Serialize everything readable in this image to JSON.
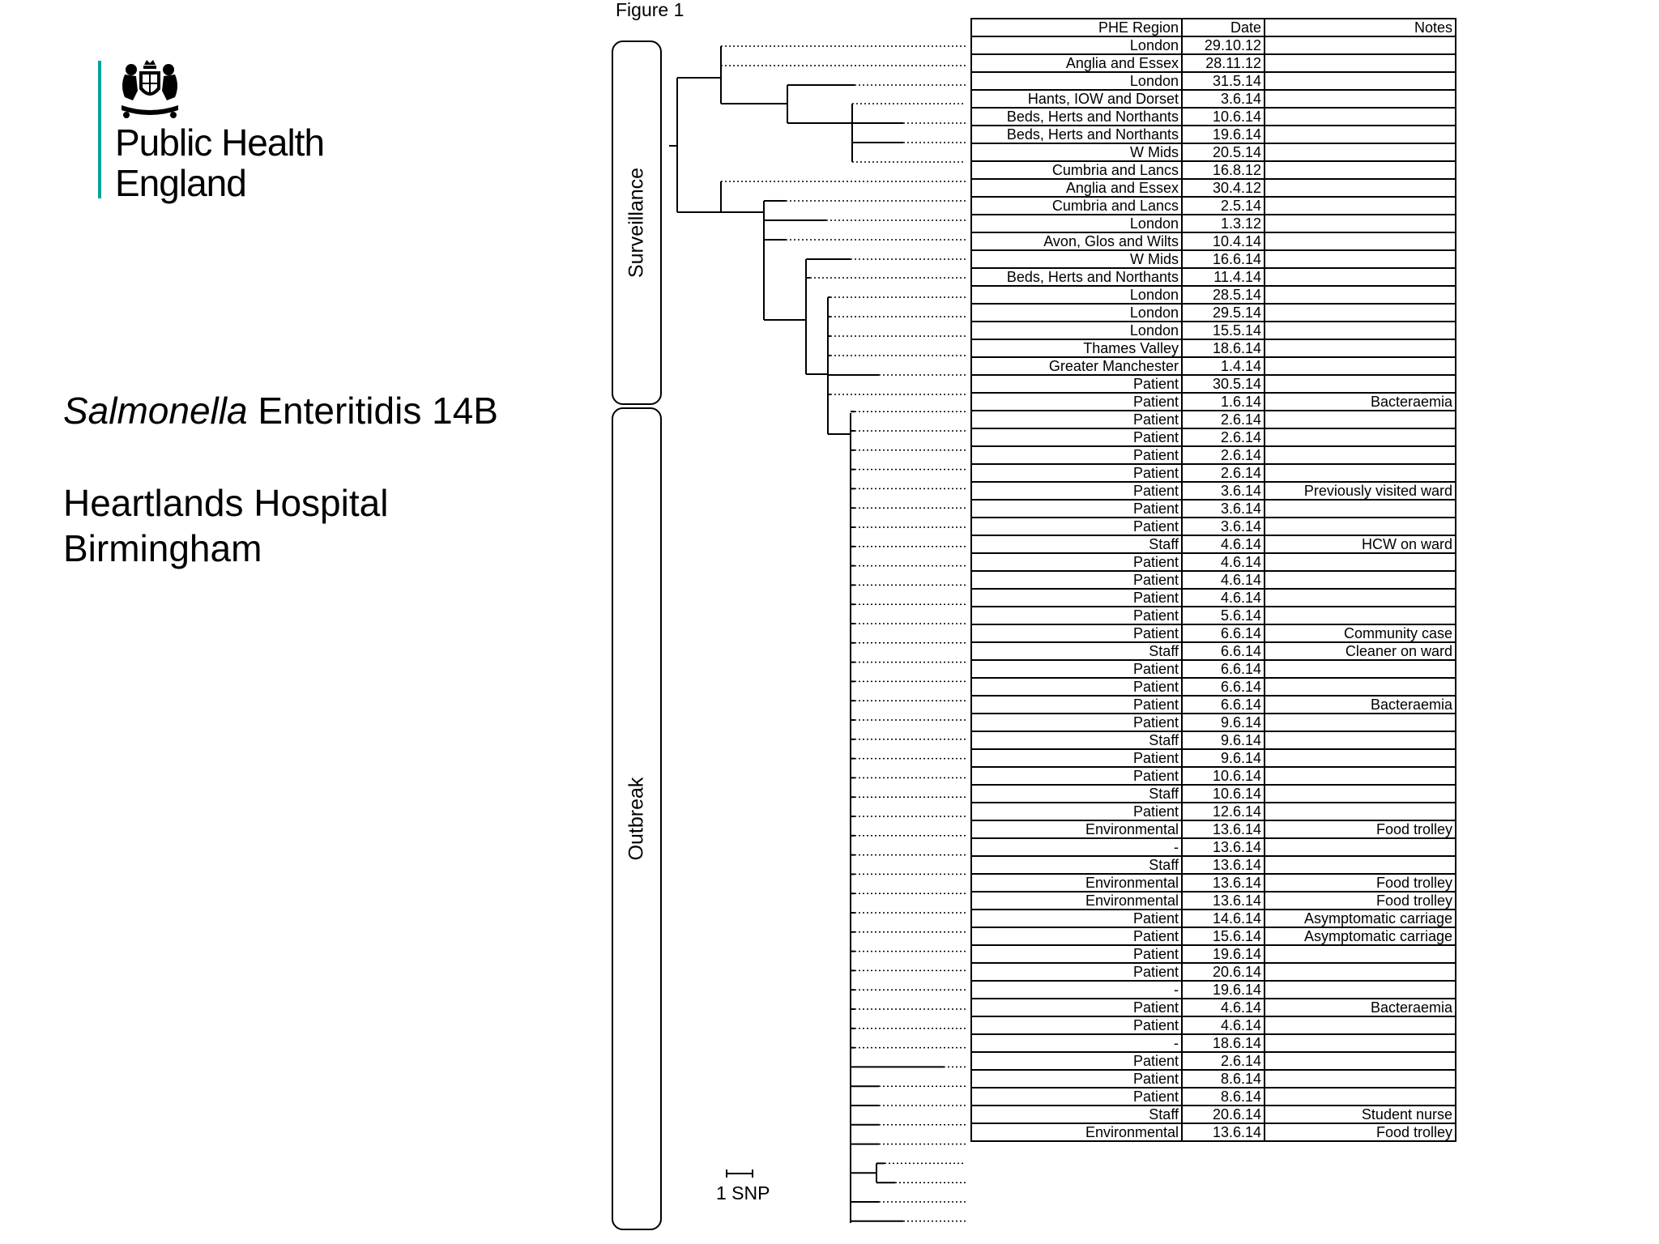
{
  "logo": {
    "line1": "Public Health",
    "line2": "England",
    "accent_color": "#00a499",
    "crest_icon": "royal-coat-of-arms-icon"
  },
  "title": {
    "organism_italic": "Salmonella",
    "organism_rest": " Enteritidis 14B",
    "hospital": "Heartlands Hospital",
    "city": "Birmingham"
  },
  "figure_label": "Figure 1",
  "groups": {
    "surveillance": "Surveillance",
    "outbreak": "Outbreak"
  },
  "scale_label": "1 SNP",
  "table": {
    "headers": [
      "PHE Region",
      "Date",
      "Notes"
    ],
    "rows": [
      {
        "region": "London",
        "date": "29.10.12",
        "notes": ""
      },
      {
        "region": "Anglia and Essex",
        "date": "28.11.12",
        "notes": ""
      },
      {
        "region": "London",
        "date": "31.5.14",
        "notes": ""
      },
      {
        "region": "Hants, IOW and Dorset",
        "date": "3.6.14",
        "notes": ""
      },
      {
        "region": "Beds, Herts and Northants",
        "date": "10.6.14",
        "notes": ""
      },
      {
        "region": "Beds, Herts and Northants",
        "date": "19.6.14",
        "notes": ""
      },
      {
        "region": "W Mids",
        "date": "20.5.14",
        "notes": ""
      },
      {
        "region": "Cumbria and Lancs",
        "date": "16.8.12",
        "notes": ""
      },
      {
        "region": "Anglia and Essex",
        "date": "30.4.12",
        "notes": ""
      },
      {
        "region": "Cumbria and Lancs",
        "date": "2.5.14",
        "notes": ""
      },
      {
        "region": "London",
        "date": "1.3.12",
        "notes": ""
      },
      {
        "region": "Avon, Glos and Wilts",
        "date": "10.4.14",
        "notes": ""
      },
      {
        "region": "W Mids",
        "date": "16.6.14",
        "notes": ""
      },
      {
        "region": "Beds, Herts and Northants",
        "date": "11.4.14",
        "notes": ""
      },
      {
        "region": "London",
        "date": "28.5.14",
        "notes": ""
      },
      {
        "region": "London",
        "date": "29.5.14",
        "notes": ""
      },
      {
        "region": "London",
        "date": "15.5.14",
        "notes": ""
      },
      {
        "region": "Thames Valley",
        "date": "18.6.14",
        "notes": ""
      },
      {
        "region": "Greater Manchester",
        "date": "1.4.14",
        "notes": ""
      },
      {
        "region": "Patient",
        "date": "30.5.14",
        "notes": ""
      },
      {
        "region": "Patient",
        "date": "1.6.14",
        "notes": "Bacteraemia"
      },
      {
        "region": "Patient",
        "date": "2.6.14",
        "notes": ""
      },
      {
        "region": "Patient",
        "date": "2.6.14",
        "notes": ""
      },
      {
        "region": "Patient",
        "date": "2.6.14",
        "notes": ""
      },
      {
        "region": "Patient",
        "date": "2.6.14",
        "notes": ""
      },
      {
        "region": "Patient",
        "date": "3.6.14",
        "notes": "Previously visited ward"
      },
      {
        "region": "Patient",
        "date": "3.6.14",
        "notes": ""
      },
      {
        "region": "Patient",
        "date": "3.6.14",
        "notes": ""
      },
      {
        "region": "Staff",
        "date": "4.6.14",
        "notes": "HCW on ward"
      },
      {
        "region": "Patient",
        "date": "4.6.14",
        "notes": ""
      },
      {
        "region": "Patient",
        "date": "4.6.14",
        "notes": ""
      },
      {
        "region": "Patient",
        "date": "4.6.14",
        "notes": ""
      },
      {
        "region": "Patient",
        "date": "5.6.14",
        "notes": ""
      },
      {
        "region": "Patient",
        "date": "6.6.14",
        "notes": "Community case"
      },
      {
        "region": "Staff",
        "date": "6.6.14",
        "notes": "Cleaner on ward"
      },
      {
        "region": "Patient",
        "date": "6.6.14",
        "notes": ""
      },
      {
        "region": "Patient",
        "date": "6.6.14",
        "notes": ""
      },
      {
        "region": "Patient",
        "date": "6.6.14",
        "notes": "Bacteraemia"
      },
      {
        "region": "Patient",
        "date": "9.6.14",
        "notes": ""
      },
      {
        "region": "Staff",
        "date": "9.6.14",
        "notes": ""
      },
      {
        "region": "Patient",
        "date": "9.6.14",
        "notes": ""
      },
      {
        "region": "Patient",
        "date": "10.6.14",
        "notes": ""
      },
      {
        "region": "Staff",
        "date": "10.6.14",
        "notes": ""
      },
      {
        "region": "Patient",
        "date": "12.6.14",
        "notes": ""
      },
      {
        "region": "Environmental",
        "date": "13.6.14",
        "notes": "Food trolley"
      },
      {
        "region": "-",
        "date": "13.6.14",
        "notes": ""
      },
      {
        "region": "Staff",
        "date": "13.6.14",
        "notes": ""
      },
      {
        "region": "Environmental",
        "date": "13.6.14",
        "notes": "Food trolley"
      },
      {
        "region": "Environmental",
        "date": "13.6.14",
        "notes": "Food trolley"
      },
      {
        "region": "Patient",
        "date": "14.6.14",
        "notes": "Asymptomatic carriage"
      },
      {
        "region": "Patient",
        "date": "15.6.14",
        "notes": "Asymptomatic carriage"
      },
      {
        "region": "Patient",
        "date": "19.6.14",
        "notes": ""
      },
      {
        "region": "Patient",
        "date": "20.6.14",
        "notes": ""
      },
      {
        "region": "-",
        "date": "19.6.14",
        "notes": ""
      },
      {
        "region": "Patient",
        "date": "4.6.14",
        "notes": "Bacteraemia"
      },
      {
        "region": "Patient",
        "date": "4.6.14",
        "notes": ""
      },
      {
        "region": "-",
        "date": "18.6.14",
        "notes": ""
      },
      {
        "region": "Patient",
        "date": "2.6.14",
        "notes": ""
      },
      {
        "region": "Patient",
        "date": "8.6.14",
        "notes": ""
      },
      {
        "region": "Patient",
        "date": "8.6.14",
        "notes": ""
      },
      {
        "region": "Staff",
        "date": "20.6.14",
        "notes": "Student nurse"
      },
      {
        "region": "Environmental",
        "date": "13.6.14",
        "notes": "Food trolley"
      }
    ]
  }
}
